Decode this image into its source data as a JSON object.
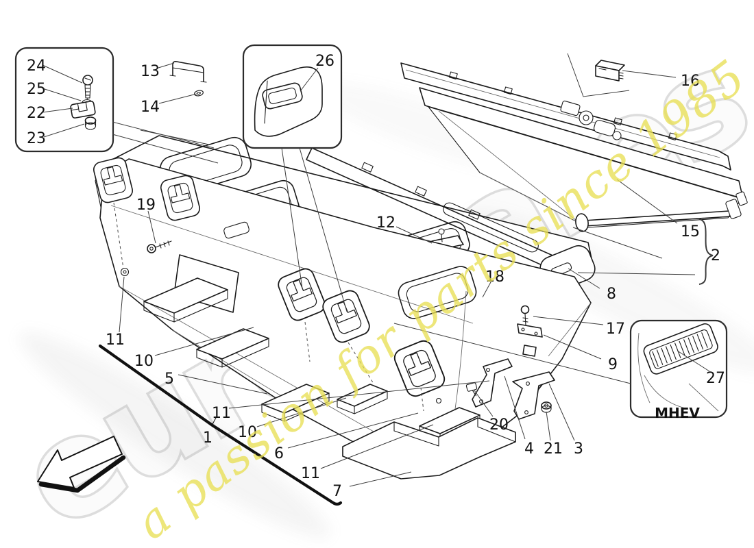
{
  "page": {
    "background": "#ffffff",
    "line_color": "#1a1a1a"
  },
  "watermark": {
    "brand": "eurospares",
    "tagline": "a passion for parts since 1985",
    "brand_fill": "#fbfbfb",
    "brand_outline": "#dddddd",
    "tagline_color": "#e8df55"
  },
  "variant_label": "MHEV",
  "callouts": [
    "24",
    "25",
    "22",
    "23",
    "13",
    "14",
    "26",
    "16",
    "15",
    "2",
    "12",
    "19",
    "18",
    "8",
    "17",
    "9",
    "27",
    "20",
    "4",
    "21",
    "3",
    "11",
    "10",
    "5",
    "11",
    "1",
    "10",
    "6",
    "11",
    "7"
  ]
}
